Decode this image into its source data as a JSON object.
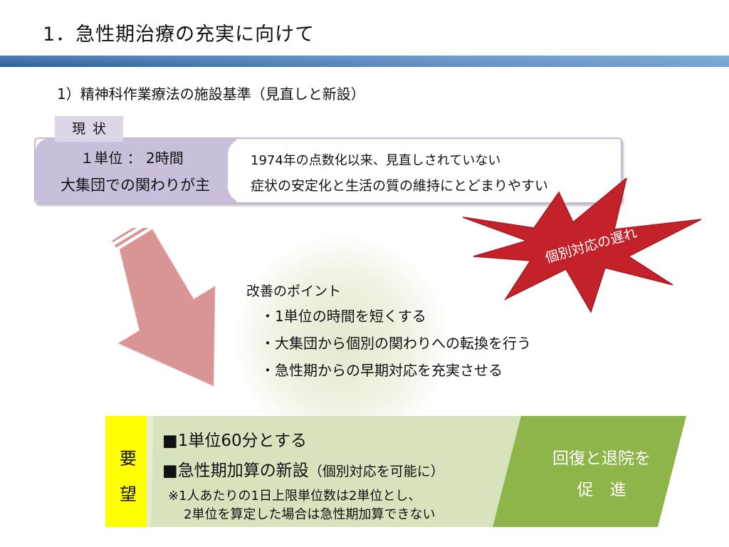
{
  "title": "1．急性期治療の充実に向けて",
  "subtitle": "1）精神科作業療法の施設基準（見直しと新設）",
  "genjo": {
    "tab": "現状",
    "left": [
      "１単位 ： 2時間",
      "大集団での関わりが主"
    ],
    "right": [
      "1974年の点数化以来、見直しされていない",
      "症状の安定化と生活の質の維持にとどまりやすい"
    ]
  },
  "burst": {
    "label": "個別対応の遅れ",
    "color": "#c4222a"
  },
  "kaizen": {
    "heading": "改善のポイント",
    "items": [
      "・1単位の時間を短くする",
      "・大集団から個別の関わりへの転換を行う",
      "・急性期からの早期対応を充実させる"
    ]
  },
  "request": {
    "label_1": "要",
    "label_2": "望",
    "item_1": "■1単位60分とする",
    "item_2_main": "■急性期加算の新設",
    "item_2_small": "（個別対応を可能に）",
    "note_1": "※1人あたりの1日上限単位数は2単位とし、",
    "note_2": "2単位を算定した場合は急性期加算できない"
  },
  "result": {
    "line_1": "回復と退院を",
    "line_2": "促　進"
  },
  "colors": {
    "header_band": "#2d5d96",
    "genjo_fill": "#c9bfda",
    "request_label_fill": "#ffff00",
    "request_fill": "#d6e3bc",
    "result_fill": "#8db54a",
    "arrow_fill": "#d99594",
    "burst_fill": "#c4222a"
  }
}
